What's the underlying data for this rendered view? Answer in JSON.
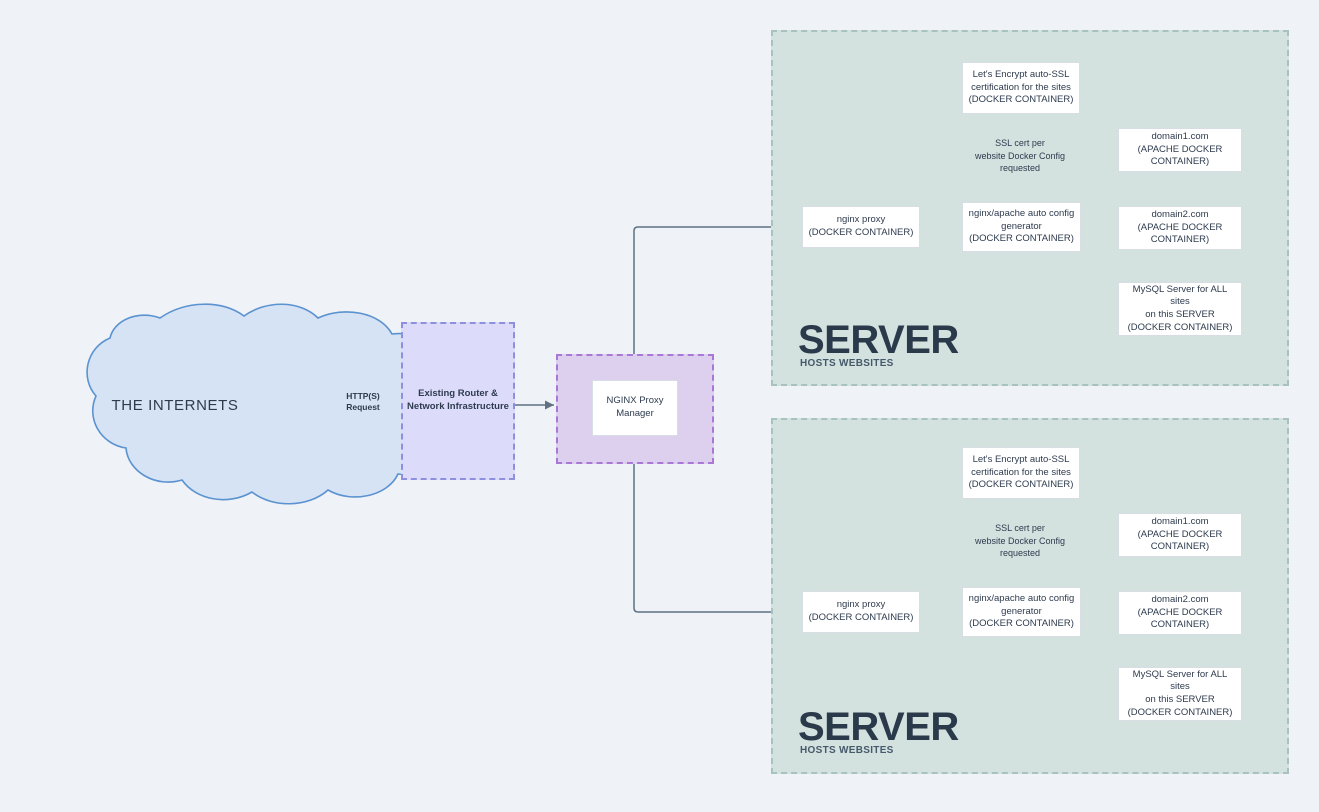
{
  "diagram": {
    "title": "NGINX Proxy Manager multi-server hosting architecture",
    "background_color": "#eff2f6"
  },
  "internet": {
    "label": "THE INTERNETS",
    "fill_color": "#d5e3f5",
    "stroke_color": "#5b92d0"
  },
  "edges": {
    "http_request": {
      "line1": "HTTP(S)",
      "line2": "Request"
    }
  },
  "router": {
    "line1": "Existing Router &",
    "line2": "Network Infrastructure",
    "fill_color": "#dcdcfa",
    "border_color": "#8f8fe0"
  },
  "proxy_manager": {
    "line1": "NGINX Proxy",
    "line2": "Manager",
    "zone_fill": "#ddcfee",
    "zone_border": "#a978d6"
  },
  "server_zone": {
    "fill_color": "#d3e2df",
    "border_color": "#a8c3be",
    "title": "SERVER",
    "subtitle": "HOSTS WEBSITES"
  },
  "servers": [
    {
      "id": "server-top",
      "title": "SERVER",
      "subtitle": "HOSTS WEBSITES",
      "lets_encrypt": {
        "line1": "Let's Encrypt auto-SSL",
        "line2": "certification for the sites",
        "line3": "(DOCKER CONTAINER)"
      },
      "ssl_note": {
        "line1": "SSL cert per",
        "line2": "website Docker Config",
        "line3": "requested"
      },
      "nginx_proxy": {
        "line1": "nginx proxy",
        "line2": "(DOCKER CONTAINER)"
      },
      "config_generator": {
        "line1": "nginx/apache auto config",
        "line2": "generator",
        "line3": "(DOCKER CONTAINER)"
      },
      "sites": [
        {
          "line1": "domain1.com",
          "line2": "(APACHE DOCKER CONTAINER)"
        },
        {
          "line1": "domain2.com",
          "line2": "(APACHE DOCKER CONTAINER)"
        }
      ],
      "database": {
        "line1": "MySQL Server for ALL sites",
        "line2": "on this SERVER",
        "line3": "(DOCKER CONTAINER)"
      }
    },
    {
      "id": "server-bottom",
      "title": "SERVER",
      "subtitle": "HOSTS WEBSITES",
      "lets_encrypt": {
        "line1": "Let's Encrypt auto-SSL",
        "line2": "certification for the sites",
        "line3": "(DOCKER CONTAINER)"
      },
      "ssl_note": {
        "line1": "SSL cert per",
        "line2": "website Docker Config",
        "line3": "requested"
      },
      "nginx_proxy": {
        "line1": "nginx proxy",
        "line2": "(DOCKER CONTAINER)"
      },
      "config_generator": {
        "line1": "nginx/apache auto config",
        "line2": "generator",
        "line3": "(DOCKER CONTAINER)"
      },
      "sites": [
        {
          "line1": "domain1.com",
          "line2": "(APACHE DOCKER CONTAINER)"
        },
        {
          "line1": "domain2.com",
          "line2": "(APACHE DOCKER CONTAINER)"
        }
      ],
      "database": {
        "line1": "MySQL Server for ALL sites",
        "line2": "on this SERVER",
        "line3": "(DOCKER CONTAINER)"
      }
    }
  ],
  "arrow_color": "#5f7183"
}
